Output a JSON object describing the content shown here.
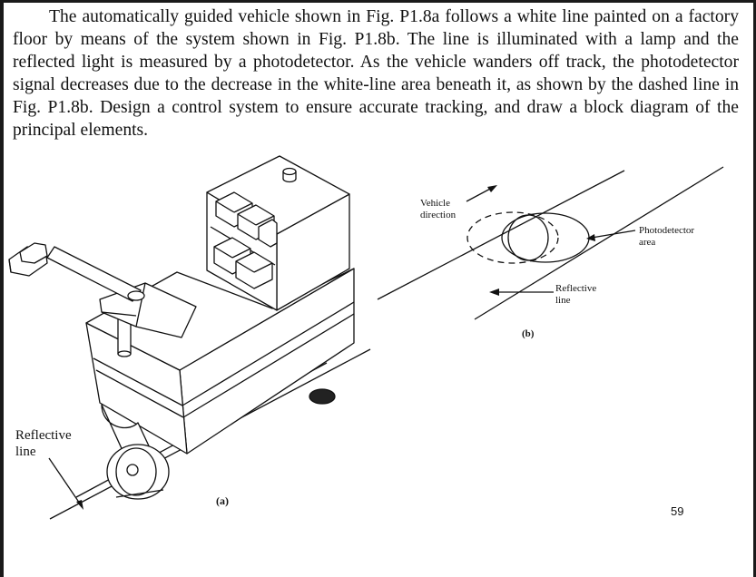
{
  "problem": {
    "text": "The automatically guided vehicle shown in Fig. P1.8a follows a white line painted on a factory floor by means of the system shown in Fig. P1.8b. The line is illuminated with a lamp and the reflected light is measured by a photodetector. As the vehicle wanders off track, the photodetector signal decreases due to the decrease in the white-line area beneath it, as shown by the dashed line in Fig. P1.8b. Design a control system to ensure accurate tracking, and draw a block diagram of the principal elements."
  },
  "figure_a": {
    "reflective_line_label_1": "Reflective",
    "reflective_line_label_2": "line",
    "caption": "(a)"
  },
  "figure_b": {
    "vehicle_direction_1": "Vehicle",
    "vehicle_direction_2": "direction",
    "photodetector_area_1": "Photodetector",
    "photodetector_area_2": "area",
    "reflective_line_1": "Reflective",
    "reflective_line_2": "line",
    "caption": "(b)"
  },
  "page_number": "59"
}
